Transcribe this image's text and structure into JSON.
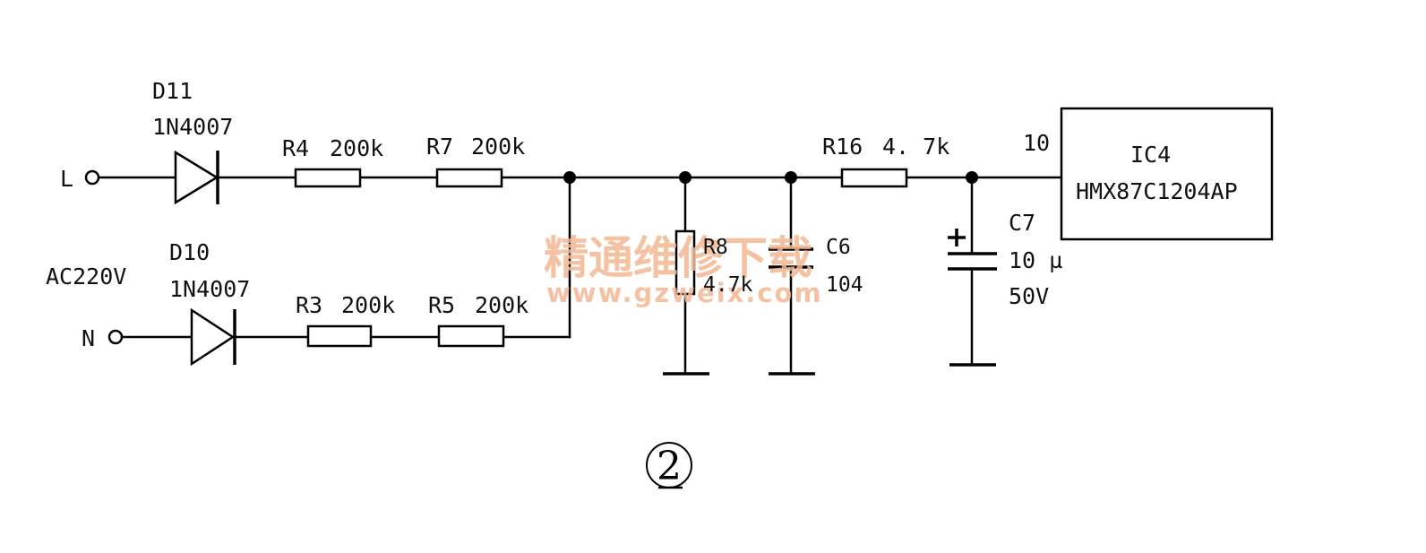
{
  "terminals": {
    "line": "L",
    "neutral": "N",
    "supply": "AC220V"
  },
  "diodes": [
    {
      "ref": "D11",
      "part": "1N4007"
    },
    {
      "ref": "D10",
      "part": "1N4007"
    }
  ],
  "resistors": [
    {
      "ref": "R4",
      "value": "200k"
    },
    {
      "ref": "R7",
      "value": "200k"
    },
    {
      "ref": "R3",
      "value": "200k"
    },
    {
      "ref": "R5",
      "value": "200k"
    },
    {
      "ref": "R8",
      "value": "4.7k"
    },
    {
      "ref": "R16",
      "value": "4. 7k"
    }
  ],
  "capacitors": [
    {
      "ref": "C6",
      "value": "104"
    },
    {
      "ref": "C7",
      "value": "10 µ",
      "voltage": "50V"
    }
  ],
  "ic": {
    "ref": "IC4",
    "part": "HMX87C1204AP",
    "pin": "10"
  },
  "watermark": {
    "chinese": "精通维修下载",
    "url": "www.gzweix.com"
  },
  "figure_number": "2"
}
